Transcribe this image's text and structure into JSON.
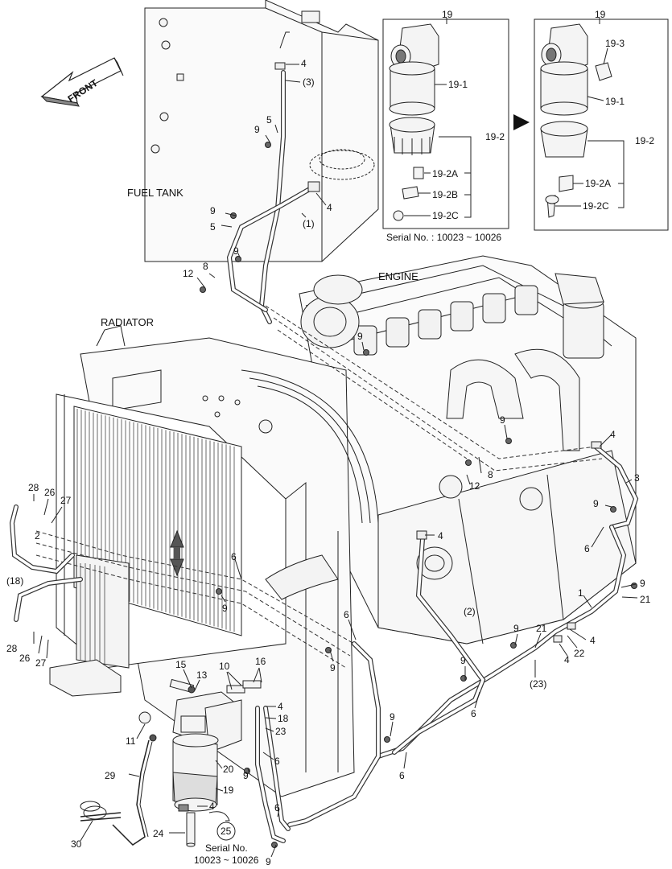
{
  "headings": {
    "fuel_tank": "FUEL TANK",
    "engine": "ENGINE",
    "radiator": "RADIATOR",
    "front": "FRONT"
  },
  "inset_left": {
    "title": "19",
    "serial_note": "Serial No. : 10023 ~ 10026",
    "callouts": [
      "19-1",
      "19-2",
      "19-2A",
      "19-2B",
      "19-2C"
    ]
  },
  "inset_right": {
    "title": "19",
    "callouts": [
      "19-3",
      "19-1",
      "19-2",
      "19-2A",
      "19-2C"
    ]
  },
  "serial_bottom": {
    "circled_number": "25",
    "line1": "Serial No.",
    "line2": "10023 ~ 10026"
  },
  "callouts": [
    "4",
    "(3)",
    "9",
    "5",
    "4",
    "(1)",
    "9",
    "5",
    "9",
    "12",
    "8",
    "9",
    "9",
    "4",
    "3",
    "8",
    "12",
    "9",
    "6",
    "4",
    "28",
    "26",
    "27",
    "2",
    "(18)",
    "28",
    "26",
    "27",
    "6",
    "9",
    "6",
    "9",
    "1",
    "9",
    "21",
    "(2)",
    "9",
    "21",
    "4",
    "4",
    "22",
    "9",
    "(23)",
    "6",
    "15",
    "13",
    "10",
    "16",
    "4",
    "18",
    "23",
    "11",
    "9",
    "6",
    "9",
    "6",
    "20",
    "29",
    "19",
    "6",
    "30",
    "24",
    "4",
    "9"
  ]
}
